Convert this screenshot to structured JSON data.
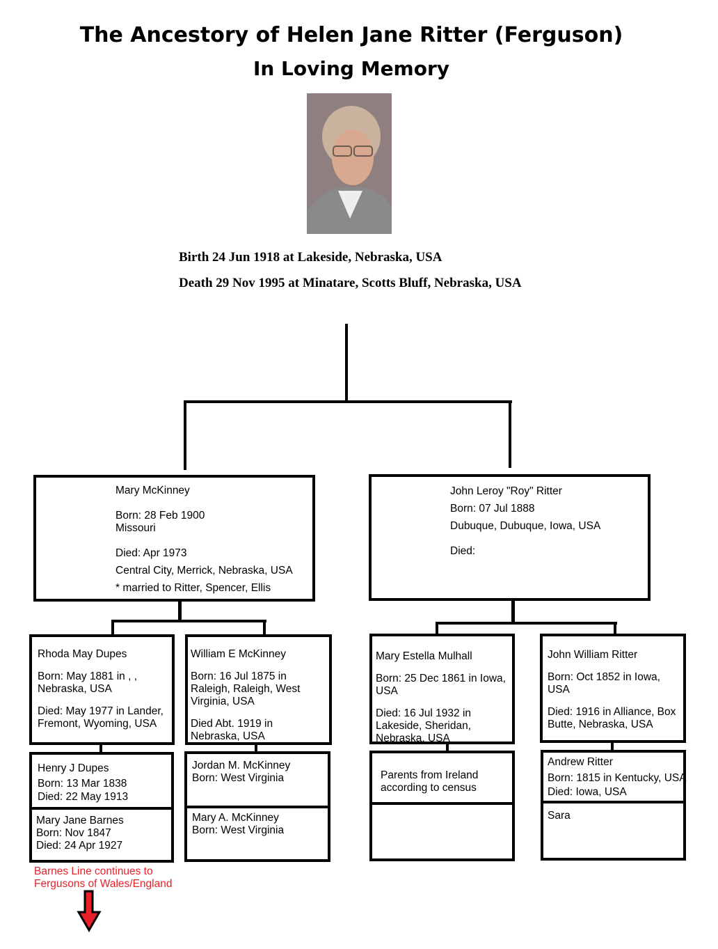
{
  "header": {
    "title": "The Ancestory of Helen Jane Ritter (Ferguson)",
    "subtitle": "In Loving Memory"
  },
  "subject": {
    "birth_label": "Birth 24 Jun 1918",
    "birth_at": "at",
    "birth_place": "Lakeside,  Nebraska, USA",
    "death_label": "Death 29 Nov 1995",
    "death_at": "at",
    "death_place": "Minatare, Scotts Bluff, Nebraska, USA"
  },
  "parents": {
    "mother": {
      "name": "Mary McKinney",
      "born": "Born:  28 Feb 1900",
      "born_place": "Missouri",
      "died": "Died:  Apr  1973",
      "died_place": "Central City, Merrick, Nebraska, USA",
      "note": "* married to Ritter, Spencer, Ellis"
    },
    "father": {
      "name": "John Leroy \"Roy\" Ritter",
      "born": "Born: 07 Jul 1888",
      "born_place": "Dubuque, Dubuque, Iowa, USA",
      "died": "Died:"
    }
  },
  "grandparents": [
    {
      "name": "Rhoda May Dupes",
      "born": "Born: May 1881 in , ,",
      "born2": "Nebraska, USA",
      "died": "Died:  May 1977 in Lander,",
      "died2": "Fremont, Wyoming, USA",
      "died3": ""
    },
    {
      "name": "William E McKinney",
      "born": "Born: 16 Jul 1875 in",
      "born2": "Raleigh, Raleigh, West",
      "born3": "Virginia, USA",
      "died": "Died Abt. 1919 in",
      "died2": "Nebraska, USA"
    },
    {
      "name": "Mary Estella Mulhall",
      "born": "Born: 25 Dec 1861 in Iowa,",
      "born2": "USA",
      "died": "Died:  16 Jul 1932 in",
      "died2": "Lakeside, Sheridan,",
      "died3": "Nebraska, USA"
    },
    {
      "name": "John William Ritter",
      "born": "Born:  Oct 1852 in Iowa,",
      "born2": "USA",
      "died": "Died:  1916 in Alliance, Box",
      "died2": "Butte, Nebraska, USA"
    }
  ],
  "great_grandparents": [
    {
      "top": [
        "Henry J Dupes",
        "Born: 13 Mar 1838",
        "Died:  22 May 1913"
      ],
      "bottom": [
        "Mary Jane Barnes",
        "Born: Nov 1847",
        "Died: 24 Apr 1927"
      ]
    },
    {
      "top": [
        "Jordan M. McKinney",
        "Born:  West Virginia"
      ],
      "bottom": [
        "Mary A. McKinney",
        "Born: West Virginia"
      ]
    },
    {
      "top": [
        "Parents from Ireland",
        "according to census"
      ],
      "bottom": []
    },
    {
      "top": [
        "Andrew Ritter",
        "Born: 1815 in Kentucky, USA",
        "Died: Iowa, USA"
      ],
      "bottom": [
        "Sara"
      ]
    }
  ],
  "note": {
    "line1": "Barnes Line continues to",
    "line2": "Fergusons of Wales/England",
    "color": "#e8202a"
  }
}
